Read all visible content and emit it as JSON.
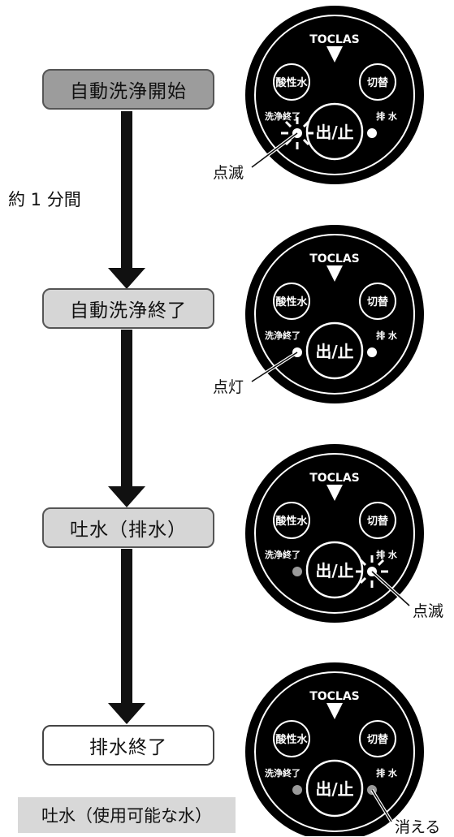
{
  "flow": {
    "steps": [
      "自動洗浄開始",
      "自動洗浄終了",
      "吐水（排水）",
      "排水終了"
    ],
    "interval_note": "約 1 分間",
    "final_note": "吐水（使用可能な水）"
  },
  "panel": {
    "brand": "TOCLAS",
    "acid_label": "酸性水",
    "switch_label": "切替",
    "power_label": "出/止",
    "wash_end_label": "洗浄終了",
    "drain_label": "排 水"
  },
  "callouts": [
    "点滅",
    "点灯",
    "点滅",
    "消える"
  ],
  "colors": {
    "panel_bg": "#000000",
    "step1": "#9c9c9c",
    "step23": "#d6d6d6",
    "lamp_off": "#9a9a9a",
    "lamp_on": "#ffffff"
  }
}
